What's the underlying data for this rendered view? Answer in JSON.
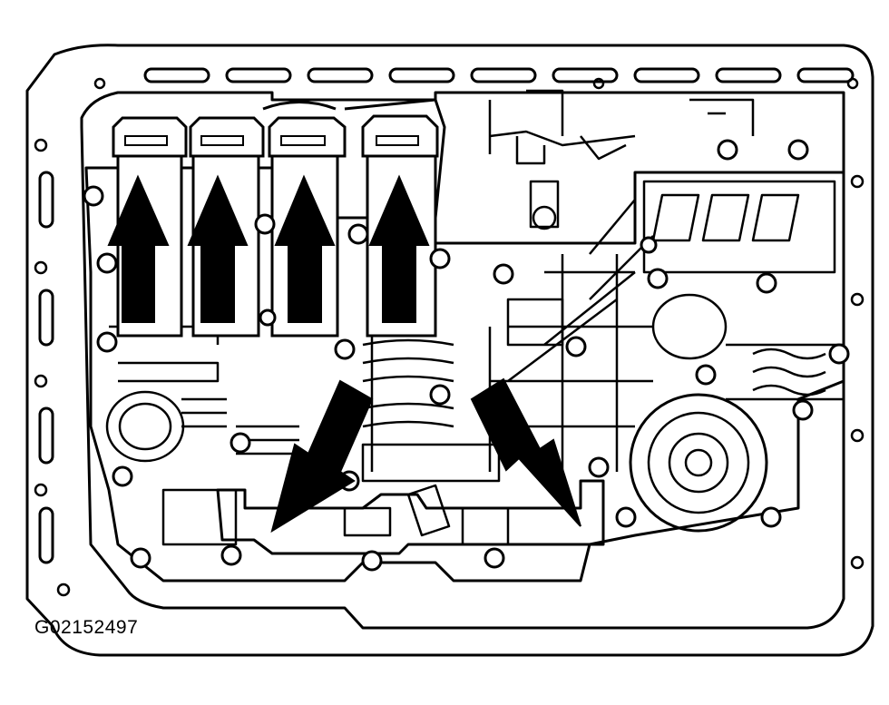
{
  "figure": {
    "id_label": "G02152497",
    "stroke_color": "#000000",
    "fill_color": "#ffffff"
  },
  "parts": {
    "solenoid_connectors": 4,
    "arrows_up": 4,
    "arrows_down": 2
  }
}
